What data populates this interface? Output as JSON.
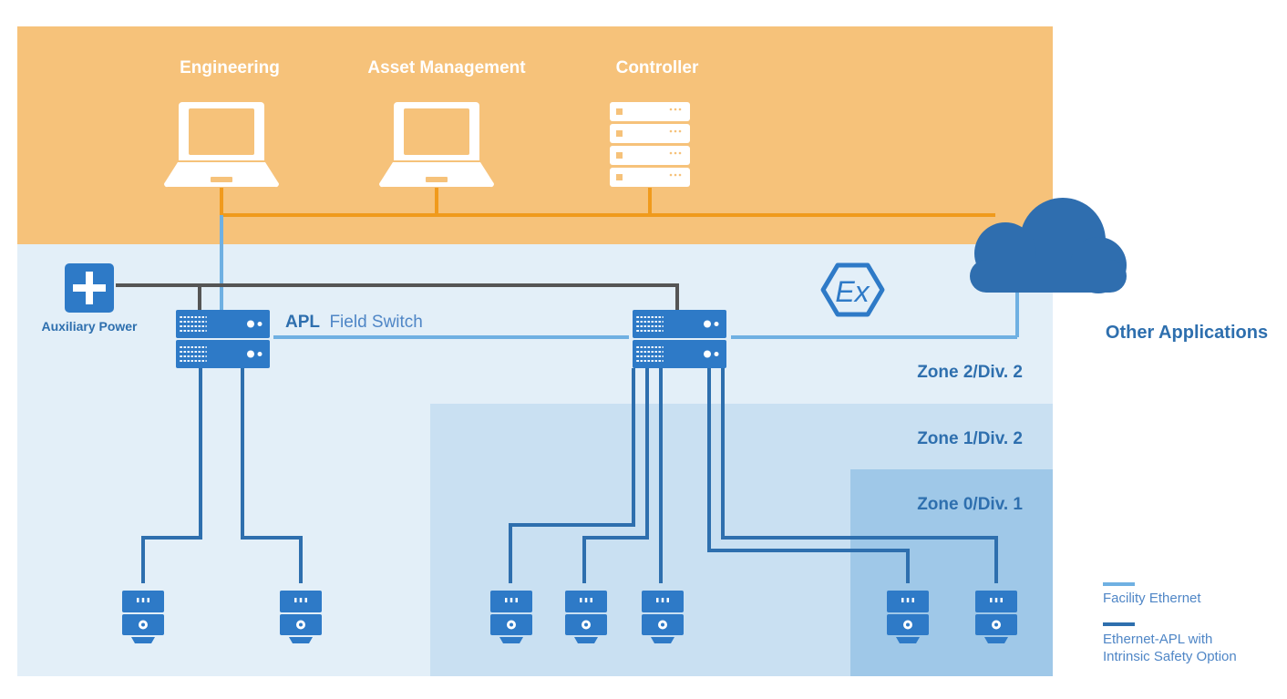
{
  "colors": {
    "control_band": "#f6c27a",
    "zone2": "#e3eff8",
    "zone1": "#c9e0f2",
    "zone0": "#9fc8e8",
    "facility_ethernet": "#6fb0e2",
    "ethernet_apl": "#2e6fae",
    "control_line": "#f09a1c",
    "power_line": "#555555",
    "text_blue": "#2e6fae"
  },
  "top_devices": [
    {
      "label": "Engineering",
      "icon": "laptop-icon"
    },
    {
      "label": "Asset Management",
      "icon": "laptop-icon"
    },
    {
      "label": "Controller",
      "icon": "server-rack-icon"
    }
  ],
  "auxiliary_power": {
    "label": "Auxiliary Power",
    "icon": "plus-icon"
  },
  "field_switch": {
    "label_bold": "APL",
    "label_regular": "Field Switch",
    "icon": "field-switch-icon"
  },
  "hazard_icon": {
    "glyph": "Ex",
    "icon": "ex-hazard-icon"
  },
  "cloud": {
    "label": "Other Applications",
    "icon": "cloud-icon"
  },
  "zones": [
    {
      "label": "Zone 2/Div. 2"
    },
    {
      "label": "Zone 1/Div. 2"
    },
    {
      "label": "Zone 0/Div. 1"
    }
  ],
  "field_device_icon": "field-device-icon",
  "legend": {
    "facility_ethernet": "Facility Ethernet",
    "ethernet_apl_line1": "Ethernet-APL with",
    "ethernet_apl_line2": "Intrinsic Safety Option"
  }
}
